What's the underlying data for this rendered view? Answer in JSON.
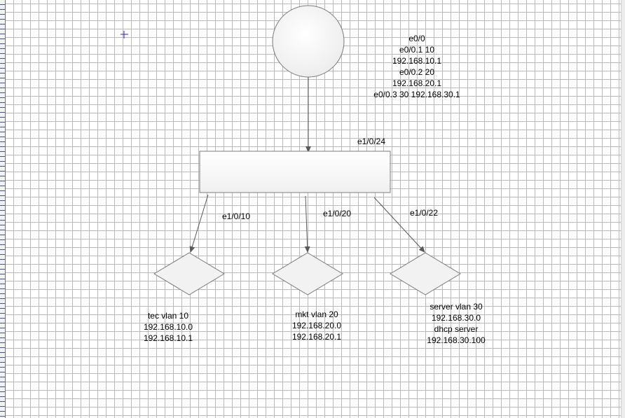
{
  "colors": {
    "accent_shape_fill": "#f2f2f2",
    "shape_stroke": "#7a7a7a",
    "connector": "#595959",
    "grid": "#b9b9b9",
    "crosshair": "#1f2fb3"
  },
  "router": {
    "lines": [
      "e0/0",
      "e0/0.1 10",
      "192.168.10.1",
      "e0/0.2 20",
      "192.168.20.1",
      "e0/0.3 30 192.168.30.1"
    ]
  },
  "switch": {
    "uplink_port": "e1/0/24"
  },
  "links": [
    {
      "port": "e1/0/10"
    },
    {
      "port": "e1/0/20"
    },
    {
      "port": "e1/0/22"
    }
  ],
  "vlans": [
    {
      "lines": [
        "tec vlan 10",
        "192.168.10.0",
        "192.168.10.1"
      ]
    },
    {
      "lines": [
        "mkt vlan 20",
        "192.168.20.0",
        "192.168.20.1"
      ]
    },
    {
      "lines": [
        "server vlan 30",
        "192.168.30.0",
        "dhcp server",
        "192.168.30.100"
      ]
    }
  ]
}
